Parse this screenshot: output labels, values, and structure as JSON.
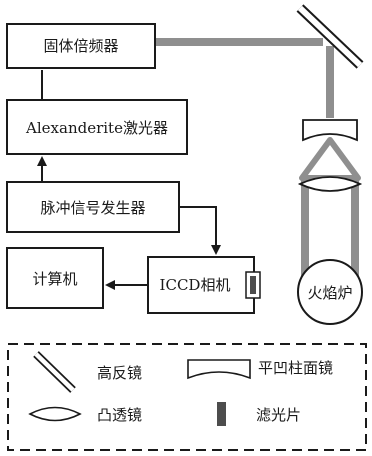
{
  "blocks": {
    "frequency_multiplier": "固体倍频器",
    "laser": "Alexanderite激光器",
    "pulse_generator": "脉冲信号发生器",
    "computer": "计算机",
    "camera": "ICCD相机",
    "furnace": "火焰炉"
  },
  "legend": {
    "mirror": "高反镜",
    "cylindrical_lens": "平凹柱面镜",
    "convex_lens": "凸透镜",
    "filter": "滤光片"
  },
  "colors": {
    "beam": "#8f8f8f",
    "outline": "#1a1a1a",
    "optic_fill": "#ffffff",
    "filter_fill": "#4d4d4d"
  }
}
